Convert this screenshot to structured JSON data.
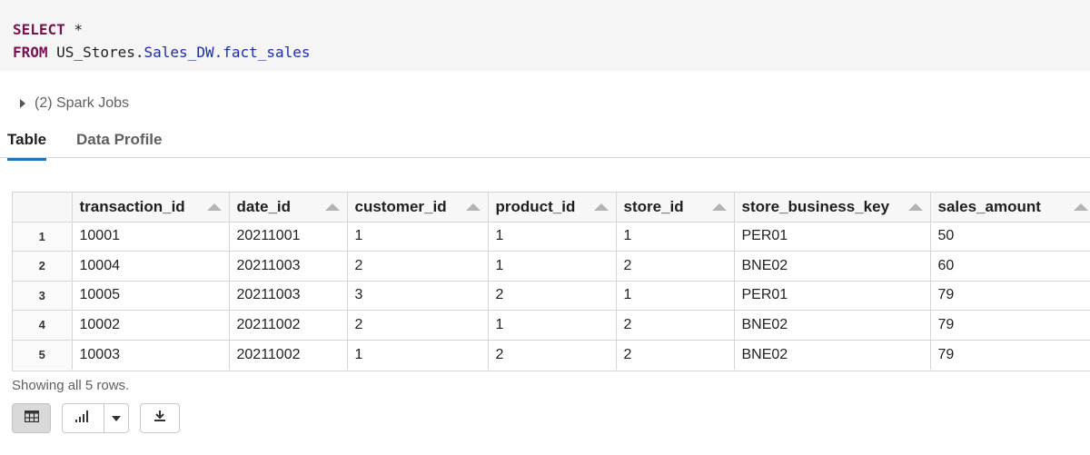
{
  "query": {
    "line1": {
      "keyword": "SELECT",
      "rest": " *"
    },
    "line2": {
      "keyword": "FROM",
      "space": " ",
      "db": "US_Stores",
      "dot1": ".",
      "schema": "Sales_DW",
      "dot2": ".",
      "table": "fact_sales"
    }
  },
  "spark_jobs": {
    "label": "(2) Spark Jobs"
  },
  "tabs": [
    {
      "label": "Table",
      "active": true
    },
    {
      "label": "Data Profile",
      "active": false
    }
  ],
  "grid": {
    "columns": [
      "transaction_id",
      "date_id",
      "customer_id",
      "product_id",
      "store_id",
      "store_business_key",
      "sales_amount"
    ],
    "rows": [
      {
        "num": "1",
        "cells": [
          "10001",
          "20211001",
          "1",
          "1",
          "1",
          "PER01",
          "50"
        ]
      },
      {
        "num": "2",
        "cells": [
          "10004",
          "20211003",
          "2",
          "1",
          "2",
          "BNE02",
          "60"
        ]
      },
      {
        "num": "3",
        "cells": [
          "10005",
          "20211003",
          "3",
          "2",
          "1",
          "PER01",
          "79"
        ]
      },
      {
        "num": "4",
        "cells": [
          "10002",
          "20211002",
          "2",
          "1",
          "2",
          "BNE02",
          "79"
        ]
      },
      {
        "num": "5",
        "cells": [
          "10003",
          "20211002",
          "1",
          "2",
          "2",
          "BNE02",
          "79"
        ]
      }
    ]
  },
  "footer": {
    "row_count": "Showing all 5 rows."
  },
  "toolbar": {
    "buttons": [
      {
        "icon": "table-grid-icon"
      },
      {
        "icon": "bar-chart-icon"
      },
      {
        "icon": "download-icon"
      }
    ]
  }
}
